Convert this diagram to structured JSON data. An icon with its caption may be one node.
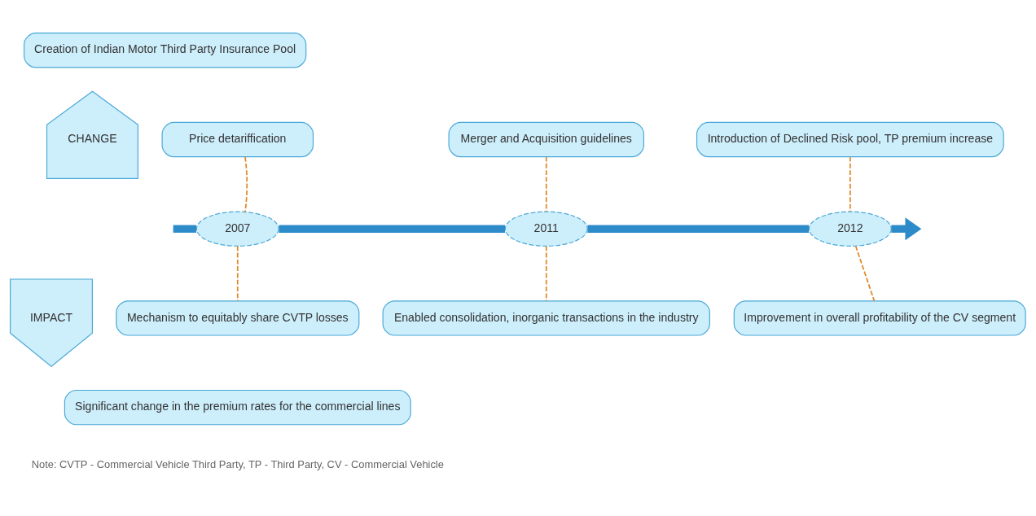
{
  "diagram": {
    "nodes": [
      {
        "text": [
          "CHANGE"
        ]
      },
      {
        "text": [
          "IMPACT"
        ]
      },
      {
        "text": [
          "Creation of Indian Motor Third Party Insurance Pool"
        ]
      },
      {
        "text": [
          "Price detariffication"
        ]
      },
      {
        "text": [
          "Merger and Acquisition guidelines"
        ]
      },
      {
        "text": [
          "Introduction of Declined Risk pool, TP premium increase"
        ]
      },
      {
        "text": [
          "2007"
        ]
      },
      {
        "text": [
          "2011"
        ]
      },
      {
        "text": [
          "2012"
        ]
      },
      {
        "text": [
          "Mechanism to equitably share CVTP losses"
        ]
      },
      {
        "text": [
          "Significant change in the premium rates for the commercial lines"
        ]
      },
      {
        "text": [
          "Enabled consolidation, inorganic transactions in the industry"
        ]
      },
      {
        "text": [
          "Improvement in overall profitability of the CV segment"
        ]
      }
    ],
    "edges": [
      {
        "from": null,
        "to": 6,
        "arrow": "none",
        "style": "thick",
        "color": "#2e8bc9"
      },
      {
        "from": 6,
        "to": 7,
        "arrow": "none",
        "style": "thick",
        "color": "#2e8bc9"
      },
      {
        "from": 7,
        "to": 8,
        "arrow": "none",
        "style": "thick",
        "color": "#2e8bc9"
      },
      {
        "from": 8,
        "to": null,
        "arrow": "to",
        "style": "thick",
        "color": "#2e8bc9"
      },
      {
        "from": 3,
        "to": 6,
        "arrow": "none",
        "style": "dashed"
      },
      {
        "from": 4,
        "to": 7,
        "arrow": "none",
        "style": "dashed"
      },
      {
        "from": 5,
        "to": 8,
        "arrow": "none",
        "style": "dashed"
      },
      {
        "from": 6,
        "to": 9,
        "arrow": "none",
        "style": "dashed"
      },
      {
        "from": 7,
        "to": 11,
        "arrow": "none",
        "style": "dashed"
      },
      {
        "from": 8,
        "to": 12,
        "arrow": "none",
        "style": "dashed"
      }
    ],
    "labels": [
      "Note: CVTP - Commercial Vehicle Third Party, TP - Third Party, CV - Commercial Vehicle"
    ]
  }
}
